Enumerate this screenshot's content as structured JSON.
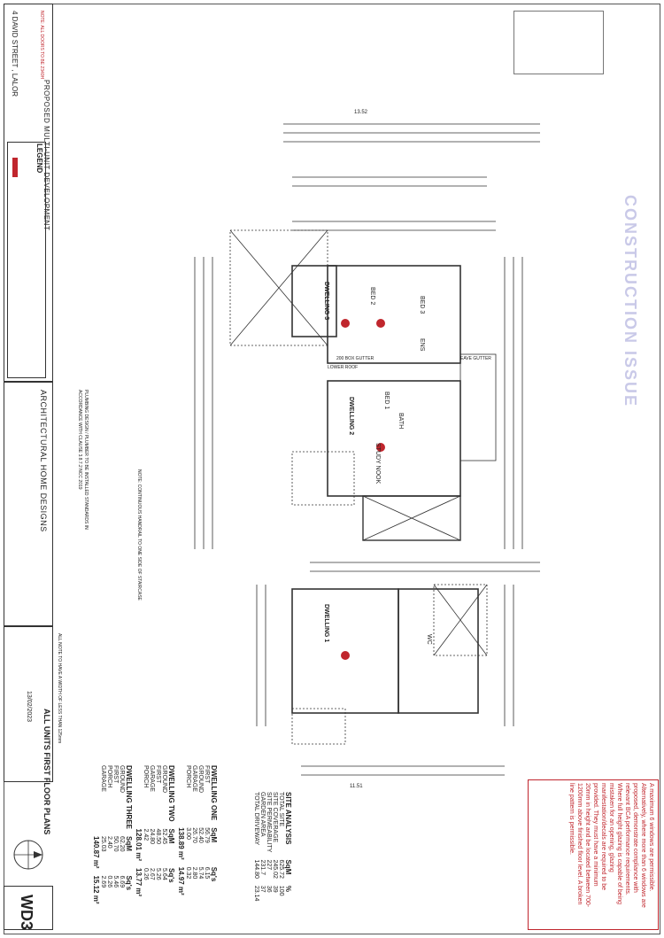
{
  "stamp": {
    "text": "CONSTRUCTION ISSUE",
    "color": "#c9c9e8"
  },
  "title_block": {
    "project_line_1": "PROPOSED MULTI-UNIT DEVELOPMENT",
    "project_line_2": "4 DAVID STREET , LALOR",
    "legend_title": "LEGEND",
    "company": "ARCHITECTURAL HOME DESIGNS",
    "sheet_title": "ALL UNITS FIRST FLOOR PLANS",
    "date": "13/02/2023",
    "drawing_no": "WD3"
  },
  "notes": {
    "bal_note": "NOTE: ALL DOORS TO BE 2340H",
    "doors_note": "NOTE: CONTINUOUS HANDRAIL TO ONE SIDE OF STAIRCASE",
    "balustrade_note": "ALL NOTE TO HAVE A WIDTH OF LESS THAN 125mm",
    "plumbing_note": "PLUMBING DESIGN / PLUMBER TO BE INSTALLED STANDARDS IN ACCORDANCE WITH CLAUSE 3.8.7.2 NCC 2019"
  },
  "window_note": {
    "lines": [
      "A maximum 6 windows are permissible.",
      "Alternatively, where more than 6 windows are",
      "proposed, demonstrate compliance with",
      "relevant BCA performance requirements.",
      "Where full height glazing is capable of being",
      "mistaken for an opening, glazing",
      "manifestation/decals are required to be",
      "provided. They must have a minimum",
      "20mm in height and be located between 700-",
      "1200mm above finished floor level. A broken",
      "line pattern is permissible."
    ]
  },
  "site_analysis": {
    "title": "SITE ANALYSIS",
    "col_sqm": "SqM",
    "col_pct": "%",
    "rows": [
      {
        "label": "TOTAL SITE",
        "sqm": "625.72",
        "pct": "100"
      },
      {
        "label": "SITE COVERAGE",
        "sqm": "245.02",
        "pct": "39"
      },
      {
        "label": "SITE PERMEABILITY",
        "sqm": "227",
        "pct": "36"
      },
      {
        "label": "GARDEN AREA",
        "sqm": "231.7",
        "pct": "37"
      },
      {
        "label": "TOTAL DRIVEWAY",
        "sqm": "144.80",
        "pct": "23.14"
      }
    ]
  },
  "dwellings": [
    {
      "title": "DWELLING ONE",
      "col_sqm": "SqM",
      "col_sqs": "Sq's",
      "rows": [
        {
          "label": "FIRST",
          "sqm": "56.79",
          "sqs": "6.15"
        },
        {
          "label": "GROUND",
          "sqm": "52.40",
          "sqs": "5.74"
        },
        {
          "label": "GARAGE",
          "sqm": "26.70",
          "sqs": "2.80"
        },
        {
          "label": "PORCH",
          "sqm": "3.00",
          "sqs": "0.32"
        }
      ],
      "total": {
        "sqm": "138.89 m²",
        "sqs": "14.97 m²"
      }
    },
    {
      "title": "DWELLING TWO",
      "col_sqm": "SqM",
      "col_sqs": "Sq's",
      "rows": [
        {
          "label": "GROUND",
          "sqm": "52.45",
          "sqs": "5.64"
        },
        {
          "label": "FIRST",
          "sqm": "48.50",
          "sqs": "5.26"
        },
        {
          "label": "GARAGE",
          "sqm": "24.80",
          "sqs": "2.67"
        },
        {
          "label": "PORCH",
          "sqm": "2.42",
          "sqs": "0.26"
        }
      ],
      "total": {
        "sqm": "128.01 m²",
        "sqs": "13.77 m²"
      }
    },
    {
      "title": "DWELLING THREE",
      "col_sqm": "SqM",
      "col_sqs": "Sq's",
      "rows": [
        {
          "label": "GROUND",
          "sqm": "62.20",
          "sqs": "6.69"
        },
        {
          "label": "FIRST",
          "sqm": "50.70",
          "sqs": "5.46"
        },
        {
          "label": "PORCH",
          "sqm": "2.40",
          "sqs": "0.26"
        },
        {
          "label": "GARAGE",
          "sqm": "25.03",
          "sqs": "2.69"
        }
      ],
      "total": {
        "sqm": "140.87 m²",
        "sqs": "15.12 m²"
      }
    }
  ],
  "plan_labels": {
    "dwelling_3": "DWELLING 3",
    "dwelling_2": "DWELLING 2",
    "dwelling_1": "DWELLING 1",
    "bed_1": "BED 1",
    "bed_2": "BED 2",
    "bed_3": "BED 3",
    "bath": "BATH",
    "study_nook": "STUDY NOOK",
    "ens": "ENS",
    "wc": "WC",
    "lower_roof": "LOWER ROOF",
    "box_gutter": "200 BOX GUTTER",
    "eave_gutter": "EAVE GUTTER",
    "dim_overall_3": "13.52",
    "dim_overall_1": "11.51"
  }
}
